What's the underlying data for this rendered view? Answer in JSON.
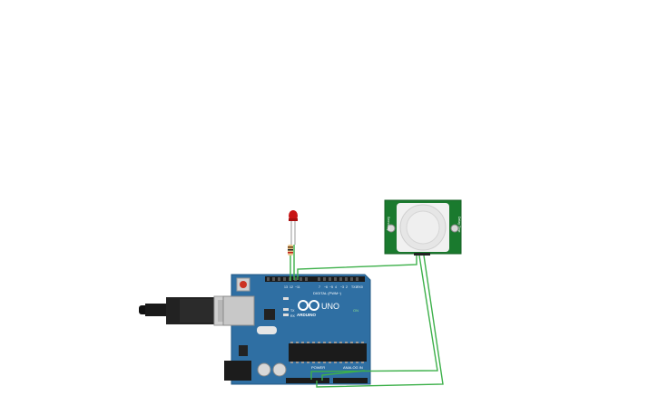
{
  "canvas": {
    "background": "#ffffff"
  },
  "arduino": {
    "brand": "ARDUINO",
    "model": "UNO",
    "digital_header_label": "DIGITAL (PWM~)",
    "power_label": "POWER",
    "analog_label": "ANALOG IN",
    "on_label": "ON",
    "tx_label": "TX",
    "rx_label": "RX",
    "board_color": "#2f6fa3"
  },
  "pir_sensor": {
    "left_label": "Sensitivity",
    "right_label": "Delay Time",
    "board_color": "#1a7a2e"
  },
  "led": {
    "color": "#c81414"
  },
  "wires": {
    "color": "#3db04a"
  }
}
